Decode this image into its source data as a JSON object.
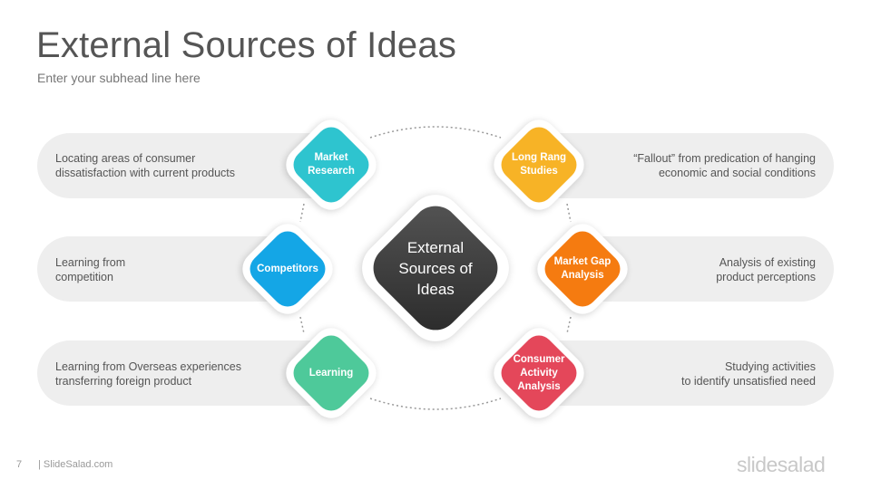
{
  "slide": {
    "title": "External Sources of Ideas",
    "subtitle": "Enter your subhead line here",
    "page_number": "7",
    "footer_site": "| SlideSalad.com",
    "logo": "slidesalad"
  },
  "center": {
    "lines": [
      "External",
      "Sources of",
      "Ideas"
    ],
    "color": "#3a3a3a"
  },
  "nodes": [
    {
      "id": "market-research",
      "lines": [
        "Market",
        "Research"
      ],
      "color": "#2ec4cf",
      "desc": [
        "Locating areas of consumer",
        "dissatisfaction with current products"
      ]
    },
    {
      "id": "competitors",
      "lines": [
        "Competitors"
      ],
      "color": "#14a6e6",
      "desc": [
        "Learning from",
        "competition"
      ]
    },
    {
      "id": "learning",
      "lines": [
        "Learning"
      ],
      "color": "#4ec99a",
      "desc": [
        "Learning from Overseas experiences",
        "transferring foreign product"
      ]
    },
    {
      "id": "long-rang-studies",
      "lines": [
        "Long Rang",
        "Studies"
      ],
      "color": "#f7b326",
      "desc": [
        "“Fallout” from predication of hanging",
        "economic and social conditions"
      ]
    },
    {
      "id": "market-gap-analysis",
      "lines": [
        "Market Gap",
        "Analysis"
      ],
      "color": "#f57b10",
      "desc": [
        "Analysis of existing",
        "product perceptions"
      ]
    },
    {
      "id": "consumer-activity-analysis",
      "lines": [
        "Consumer",
        "Activity",
        "Analysis"
      ],
      "color": "#e4475a",
      "desc": [
        "Studying activities",
        "to identify unsatisfied need"
      ]
    }
  ]
}
